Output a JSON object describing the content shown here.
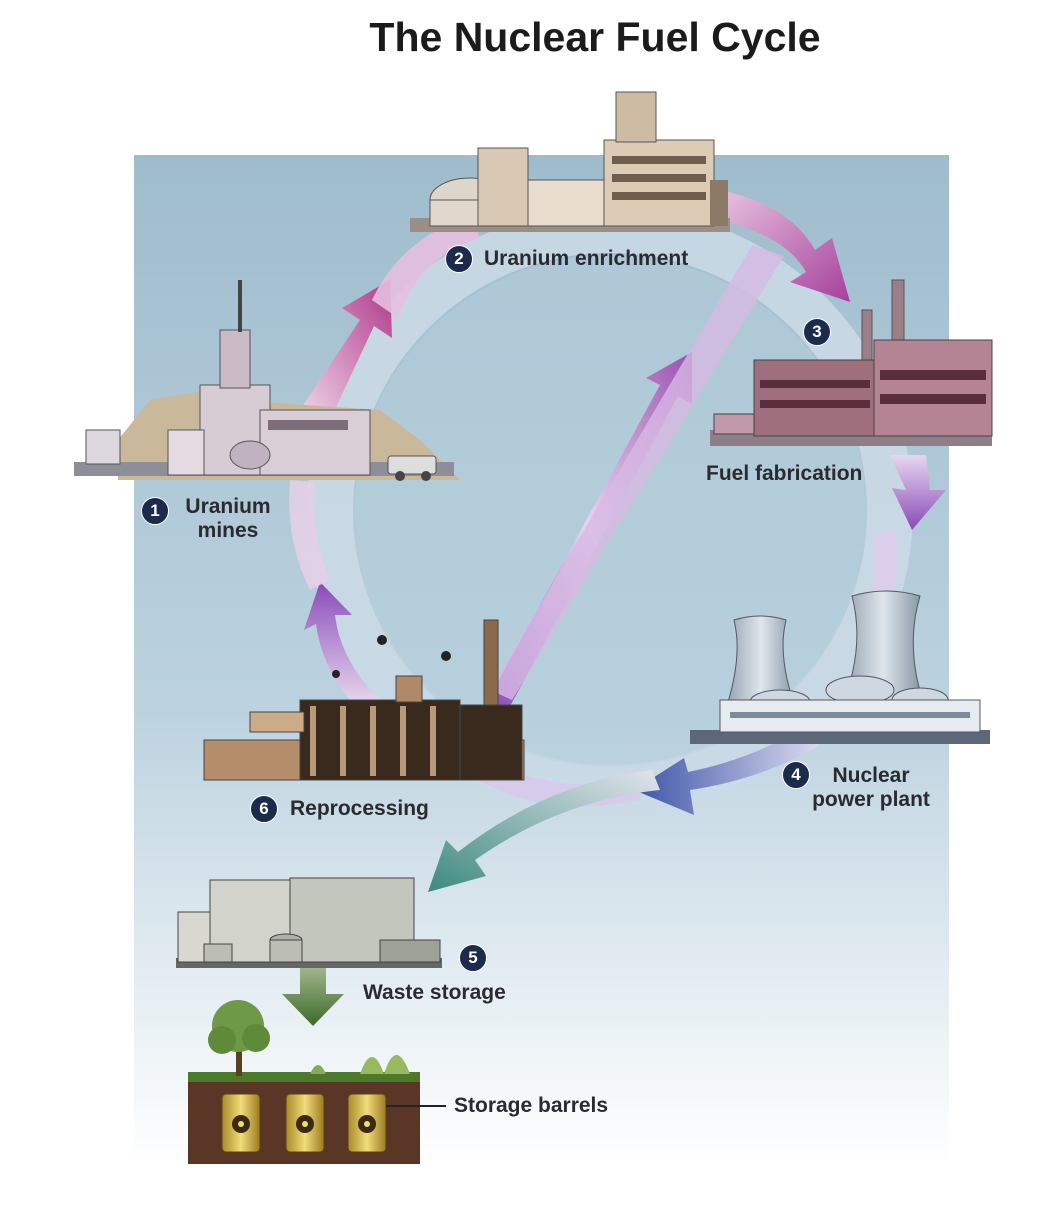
{
  "title": "The Nuclear Fuel Cycle",
  "colors": {
    "background_panel": "#a9c3d3",
    "ring": "#c9d8e4",
    "arrow_magenta": "#b0408a",
    "arrow_purple": "#8a4ab0",
    "arrow_blue": "#3c5aa8",
    "arrow_teal": "#3f8a80",
    "badge": "#1c2a4c"
  },
  "stages": [
    {
      "number": "1",
      "label_lines": [
        "Uranium",
        "mines"
      ]
    },
    {
      "number": "2",
      "label_lines": [
        "Uranium enrichment"
      ]
    },
    {
      "number": "3",
      "label_lines": [
        "Fuel fabrication"
      ]
    },
    {
      "number": "4",
      "label_lines": [
        "Nuclear",
        "power plant"
      ]
    },
    {
      "number": "5",
      "label_lines": [
        "Waste storage"
      ]
    },
    {
      "number": "6",
      "label_lines": [
        "Reprocessing"
      ]
    }
  ],
  "storage_label": "Storage barrels",
  "icons": [
    "mine-building-icon",
    "enrichment-plant-icon",
    "fabrication-plant-icon",
    "cooling-tower-plant-icon",
    "waste-storage-building-icon",
    "reprocessing-plant-icon",
    "radiation-barrel-icon",
    "tree-icon",
    "down-arrow-icon"
  ]
}
